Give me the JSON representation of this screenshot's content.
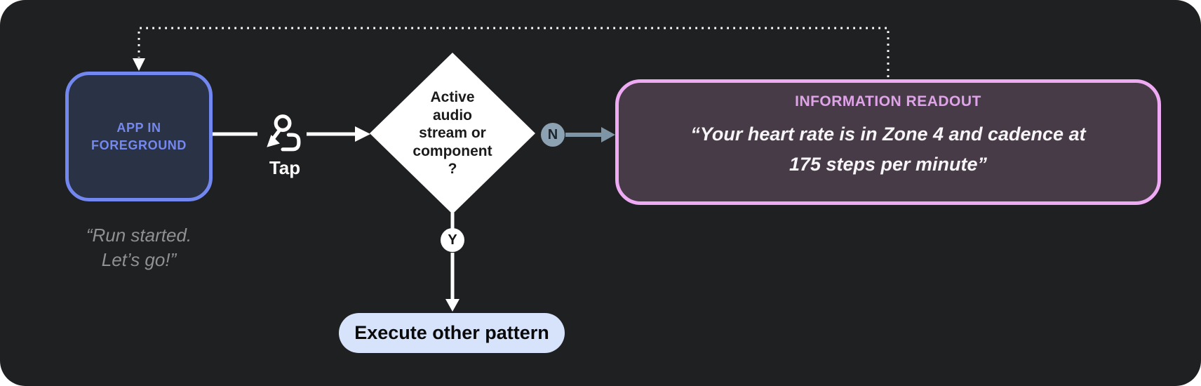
{
  "diagram": {
    "background_color": "#1f2021",
    "nodes": {
      "app_in_foreground": {
        "label": "APP IN\nFOREGROUND",
        "caption": "“Run started.\nLet’s go!”",
        "border_color": "#7287f0",
        "fill_color": "#2a3245",
        "text_color": "#7488ee"
      },
      "tap": {
        "label": "Tap",
        "icon": "tap-gesture-icon"
      },
      "decision": {
        "label": "Active\naudio\nstream or\ncomponent\n?",
        "fill_color": "#ffffff",
        "text_color": "#1b1b1b"
      },
      "branch_no": {
        "label": "N",
        "fill_color": "#8ca1b2",
        "arrow_color": "#7e95a6"
      },
      "branch_yes": {
        "label": "Y",
        "fill_color": "#ffffff"
      },
      "information_readout": {
        "title": "INFORMATION READOUT",
        "body": "“Your heart rate is in Zone 4 and cadence at\n175 steps per minute”",
        "border_color": "#eeaaf2",
        "fill_color": "#473b48",
        "title_color": "#dfa3e8"
      },
      "execute_other_pattern": {
        "label": "Execute other pattern",
        "fill_color": "#d7e3fb"
      }
    },
    "connectors": {
      "feedback_loop": "dotted white line from information readout back to app in foreground",
      "flow_color": "#ffffff"
    }
  }
}
